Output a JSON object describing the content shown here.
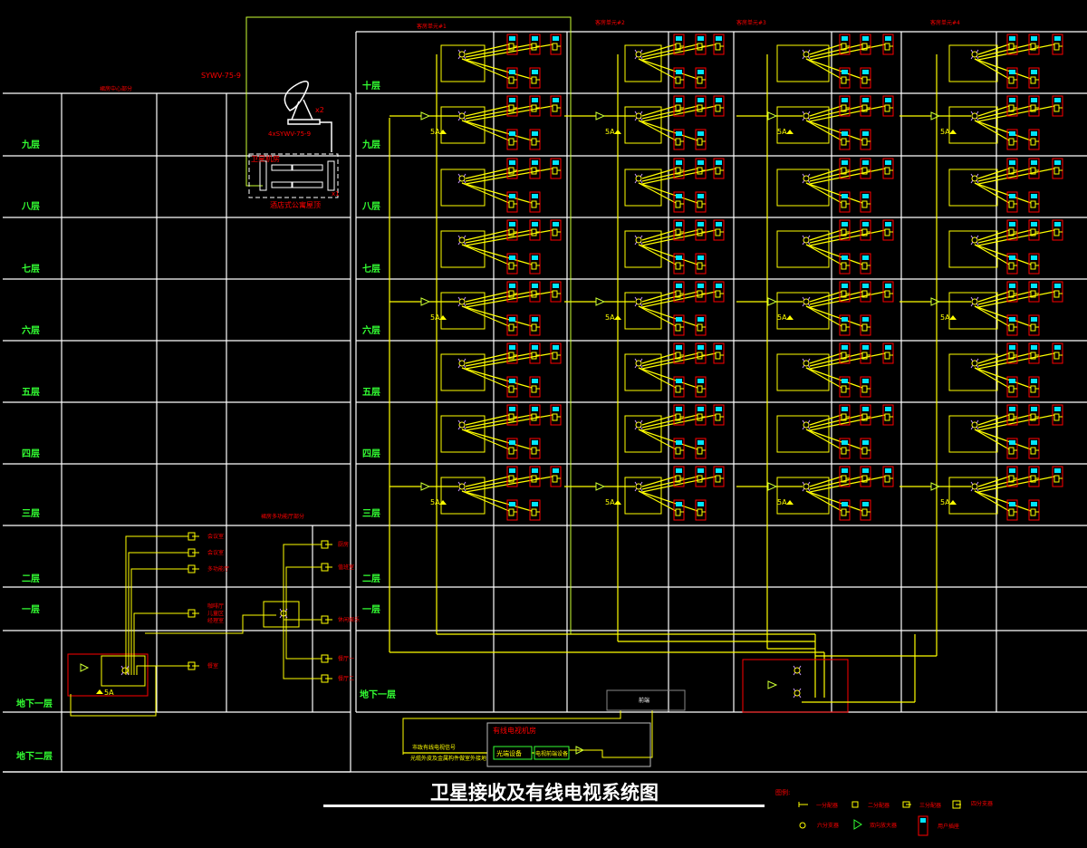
{
  "title": "卫星接收及有线电视系统图",
  "cable_spec_top": "SYWV-75-9",
  "cable_spec_dish": "4xSYWV-75-9",
  "dish_count": "x2",
  "rack_count": "x1",
  "satellite_room_label": "卫星机房",
  "roof_label": "酒店式公寓屋顶",
  "left_block_label": "裙房中心部分",
  "mid_block_label": "裙房多功能厅部分",
  "units": [
    "客房单元#1",
    "客房单元#2",
    "客房单元#3",
    "客房单元#4"
  ],
  "floors_right": [
    "十层",
    "九层",
    "八层",
    "七层",
    "六层",
    "五层",
    "四层",
    "三层",
    "二层",
    "一层",
    "地下一层"
  ],
  "floors_left": [
    "九层",
    "八层",
    "七层",
    "六层",
    "五层",
    "四层",
    "三层",
    "二层",
    "一层",
    "地下一层",
    "地下二层"
  ],
  "amp_label": "5A",
  "left_rooms": [
    "会议室",
    "会议室",
    "多功能厅",
    "咖啡厅",
    "儿童区",
    "经理室",
    "餐室"
  ],
  "mid_rooms": [
    "厨房",
    "值班室",
    "休闲娱乐",
    "餐厅一",
    "餐厅二"
  ],
  "cable_room": {
    "title": "有线电视机房",
    "optical_receiver": "光端设备",
    "tv_frontend": "电视前端设备",
    "note_line1": "市政有线电视信号",
    "note_line2": "光缆外皮及金属构件做室外接地"
  },
  "headend_box_label": "前端",
  "legend": {
    "title": "图例:",
    "items": [
      "一分配器",
      "二分配器",
      "三分配器",
      "四分支器",
      "六分支器",
      "双向放大器",
      "用户插座"
    ]
  },
  "colors": {
    "background": "#000000",
    "grid": "#ffffff",
    "wire": "#ffff00",
    "wire_alt": "#ccff33",
    "label": "#ff0000",
    "floor_label": "#33ff33",
    "outlet_top": "#00e5ff",
    "amplifier": "#33ff33"
  }
}
